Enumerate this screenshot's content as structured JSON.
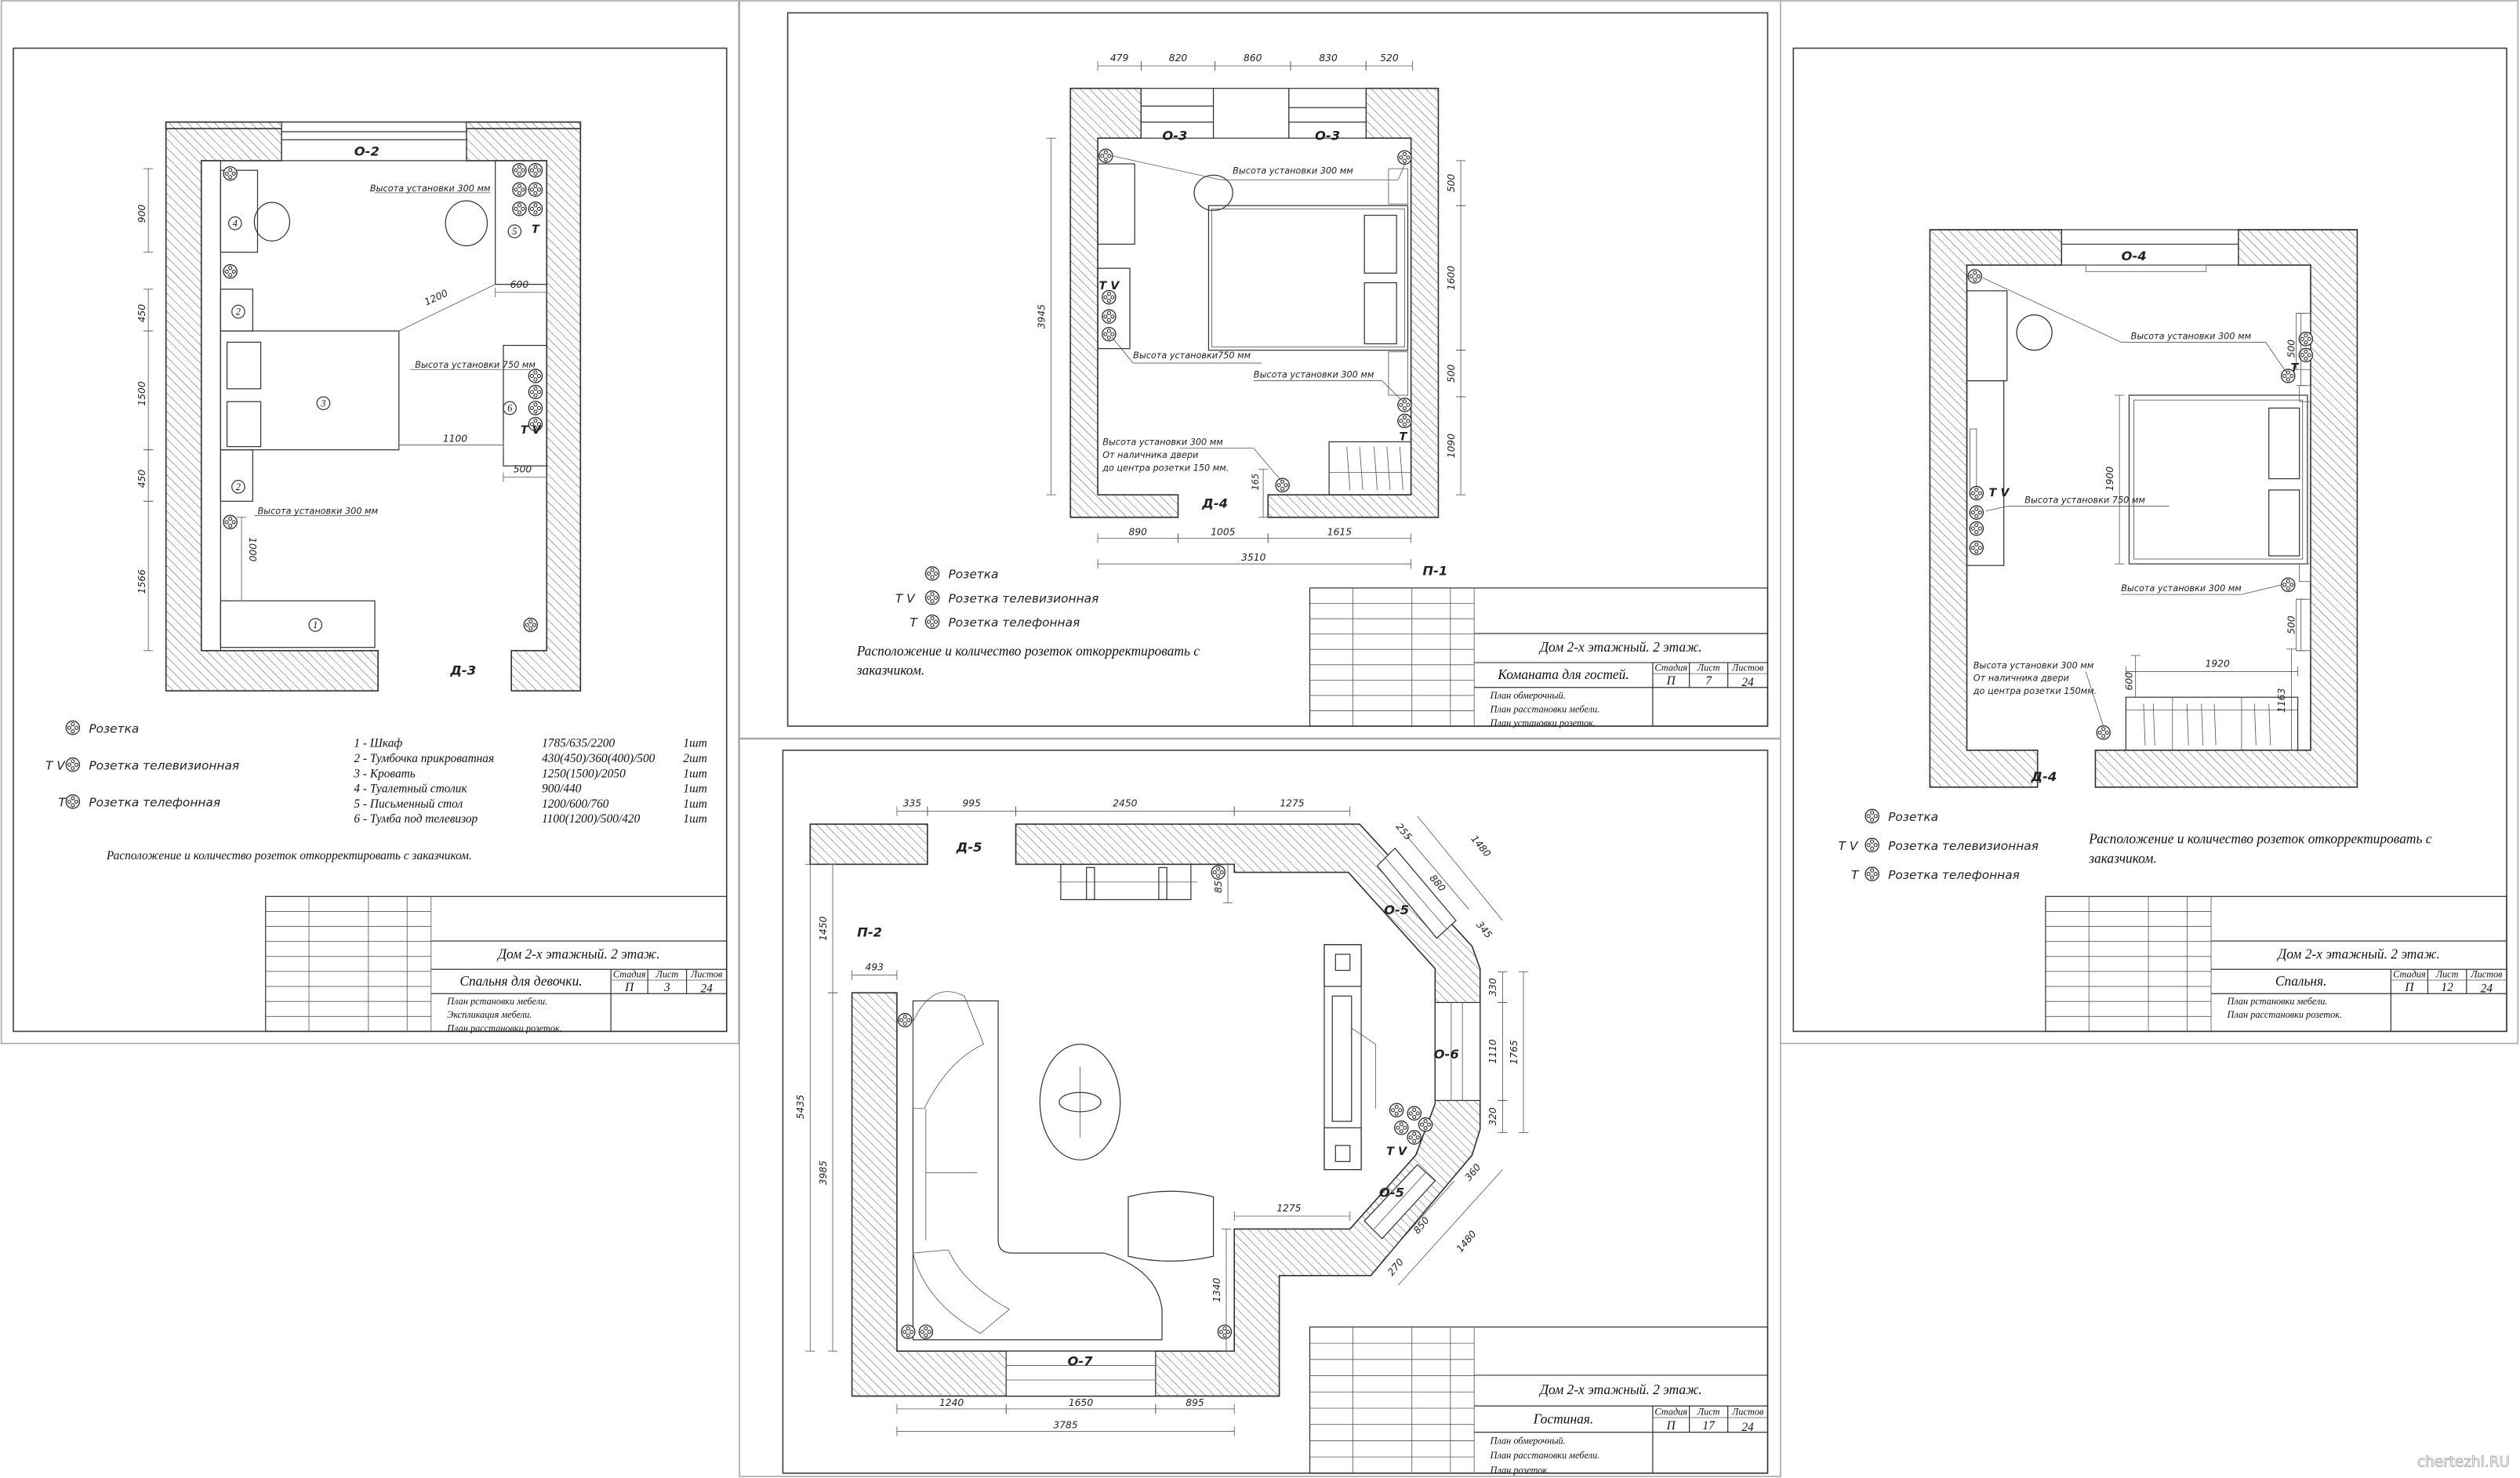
{
  "sheets": [
    {
      "plan": {
        "window": "О-2",
        "door": "Д-3",
        "dims": [
          "900",
          "450",
          "1500",
          "450",
          "1566",
          "1000",
          "1200",
          "600",
          "1100",
          "500"
        ],
        "numbers": [
          "4",
          "2",
          "3",
          "2",
          "1",
          "5",
          "6"
        ],
        "notes": [
          "Высота установки 300  мм",
          "Высота установки 750  мм",
          "Высота установки 300  мм"
        ],
        "tv_mark": "T V",
        "phone_mark": "T"
      },
      "legend": {
        "socket": "Розетка",
        "tv_prefix": "T V",
        "tv_socket": "Розетка  телевизионная",
        "phone_prefix": "T",
        "phone_socket": "Розетка  телефонная"
      },
      "furniture": [
        {
          "item": "1 - Шкаф",
          "size": "1785/635/2200",
          "qty": "1шт"
        },
        {
          "item": "2 - Тумбочка прикроватная",
          "size": "430(450)/360(400)/500",
          "qty": "2шт"
        },
        {
          "item": "3 - Кровать",
          "size": "1250(1500)/2050",
          "qty": "1шт"
        },
        {
          "item": "4 - Туалетный столик",
          "size": "900/440",
          "qty": "1шт"
        },
        {
          "item": "5 - Письменный стол",
          "size": "1200/600/760",
          "qty": "1шт"
        },
        {
          "item": "6 - Тумба под телевизор",
          "size": "1100(1200)/500/420",
          "qty": "1шт"
        }
      ],
      "note": "Расположение и количество розеток откорректировать с заказчиком.",
      "title_block": {
        "project": "Дом 2-х этажный.  2 этаж.",
        "room": "Спальня для девочки.",
        "stage_label": "Стадия",
        "sheet_label": "Лист",
        "sheets_label": "Листов",
        "stage": "П",
        "sheet": "3",
        "sheets_total": "24",
        "contents": [
          "План рстановки мебели.",
          "Экспликация мебели.",
          "План расстановки розеток."
        ]
      }
    },
    {
      "plan": {
        "windows": [
          "О-3",
          "О-3"
        ],
        "door": "Д-4",
        "mark": "П-1",
        "dims_top": [
          "479",
          "820",
          "860",
          "830",
          "520"
        ],
        "dims_bottom": [
          "890",
          "1005",
          "1615"
        ],
        "total": "3510",
        "left": "3945",
        "right": [
          "500",
          "1600",
          "500",
          "1090"
        ],
        "door_dim": "165",
        "notes": [
          "Высота установки 300  мм",
          "Высота установки750  мм",
          "Высота установки 300  мм",
          "Высота установки 300  мм",
          "От  наличника  двери",
          "до  центра  розетки  150 мм."
        ],
        "tv_mark": "T V",
        "phone_mark": "T"
      },
      "legend": {
        "socket": "Розетка",
        "tv_prefix": "T V",
        "tv_socket": "Розетка  телевизионная",
        "phone_prefix": "T",
        "phone_socket": "Розетка  телефонная"
      },
      "note_lines": [
        "Расположение и количество розеток откорректировать с",
        "заказчиком."
      ],
      "title_block": {
        "project": "Дом 2-х этажный.  2 этаж.",
        "room": "Команата для гостей.",
        "stage_label": "Стадия",
        "sheet_label": "Лист",
        "sheets_label": "Листов",
        "stage": "П",
        "sheet": "7",
        "sheets_total": "24",
        "contents": [
          "План обмерочный.",
          "План расстановки мебели.",
          "План установки розеток."
        ]
      }
    },
    {
      "plan": {
        "door": "Д-5",
        "mark": "П-2",
        "windows": [
          "О-5",
          "О-6",
          "О-5",
          "О-7"
        ],
        "dims_top": [
          "335",
          "995",
          "2450",
          "1275"
        ],
        "dims_diag_top": [
          "255",
          "880",
          "1480",
          "345"
        ],
        "dims_right": [
          "330",
          "1110",
          "320",
          "1765"
        ],
        "dims_diag_bottom": [
          "360",
          "850",
          "1480",
          "270"
        ],
        "dim_inner": [
          "1275",
          "1340",
          "85"
        ],
        "dims_left": [
          "1450",
          "5435",
          "3985",
          "493"
        ],
        "dims_bottom": [
          "1240",
          "1650",
          "895"
        ],
        "total": "3785",
        "tv_mark": "T V"
      },
      "title_block": {
        "project": "Дом 2-х этажный.  2 этаж.",
        "room": "Гостиная.",
        "stage_label": "Стадия",
        "sheet_label": "Лист",
        "sheets_label": "Листов",
        "stage": "П",
        "sheet": "17",
        "sheets_total": "24",
        "contents": [
          "План обмерочный.",
          "План расстановки мебели.",
          "План розеток."
        ]
      }
    },
    {
      "plan": {
        "window": "О-4",
        "door": "Д-4",
        "dims": [
          "500",
          "1900",
          "500",
          "1920",
          "600",
          "1163"
        ],
        "notes": [
          "Высота установки 300  мм",
          "Высота установки 750  мм",
          "Высота установки 300  мм",
          "Высота установки 300  мм",
          "От  наличника  двери",
          "до  центра  розетки  150мм."
        ],
        "tv_mark": "T V",
        "phone_mark": "T"
      },
      "legend": {
        "socket": "Розетка",
        "tv_prefix": "T V",
        "tv_socket": "Розетка  телевизионная",
        "phone_prefix": "T",
        "phone_socket": "Розетка  телефонная"
      },
      "note_lines": [
        "Расположение и количество розеток откорректировать с",
        "заказчиком."
      ],
      "title_block": {
        "project": "Дом 2-х этажный.  2 этаж.",
        "room": "Спальня.",
        "stage_label": "Стадия",
        "sheet_label": "Лист",
        "sheets_label": "Листов",
        "stage": "П",
        "sheet": "12",
        "sheets_total": "24",
        "contents": [
          "План рстановки мебели.",
          "План расстановки розеток."
        ]
      }
    }
  ],
  "watermark": "chertezhi.RU"
}
